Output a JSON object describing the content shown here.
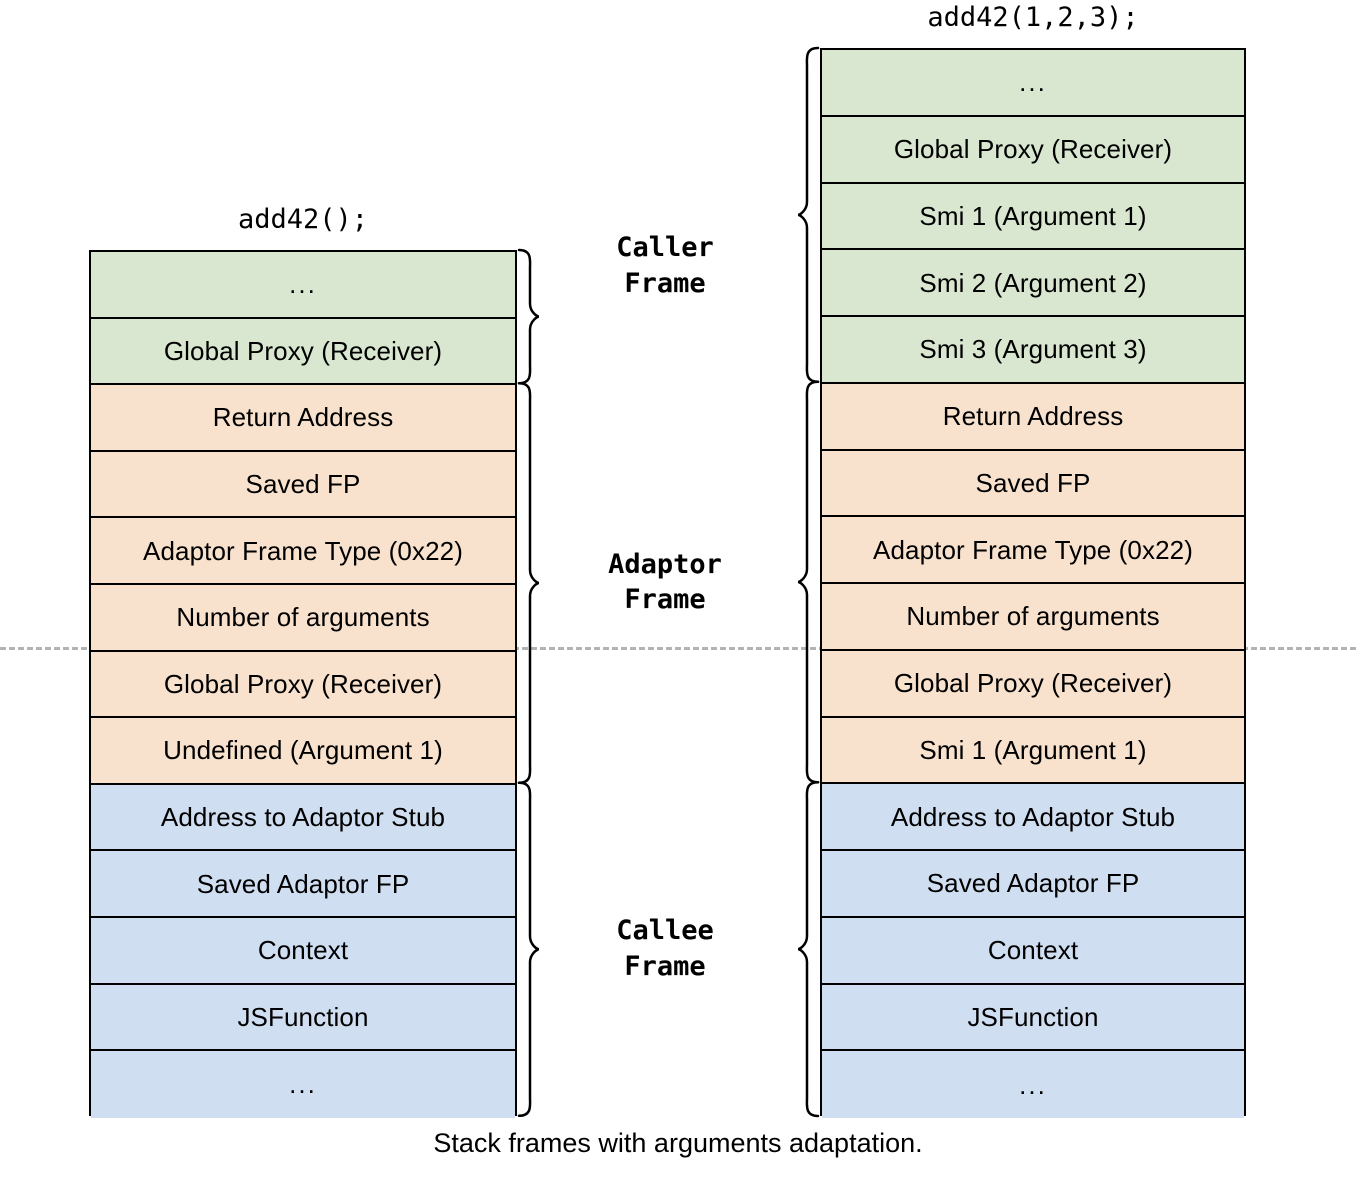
{
  "caption": "Stack frames with arguments adaptation.",
  "colors": {
    "caller_frame": "#d9e7d0",
    "adaptor_frame": "#f8e2cd",
    "callee_frame": "#cfdef0",
    "border": "#000000",
    "dashed_separator": "#b3b3b3",
    "background": "#ffffff"
  },
  "frame_labels": [
    {
      "name": "caller",
      "line1": "Caller",
      "line2": "Frame"
    },
    {
      "name": "adaptor",
      "line1": "Adaptor",
      "line2": "Frame"
    },
    {
      "name": "callee",
      "line1": "Callee",
      "line2": "Frame"
    }
  ],
  "stacks": [
    {
      "id": "left",
      "title": "add42();",
      "rows": [
        {
          "label": "...",
          "group": "caller",
          "color": "green"
        },
        {
          "label": "Global Proxy (Receiver)",
          "group": "caller",
          "color": "green"
        },
        {
          "label": "Return Address",
          "group": "adaptor",
          "color": "orange"
        },
        {
          "label": "Saved FP",
          "group": "adaptor",
          "color": "orange"
        },
        {
          "label": "Adaptor Frame Type (0x22)",
          "group": "adaptor",
          "color": "orange"
        },
        {
          "label": "Number of arguments",
          "group": "adaptor",
          "color": "orange"
        },
        {
          "label": "Global Proxy (Receiver)",
          "group": "adaptor",
          "color": "orange"
        },
        {
          "label": "Undefined (Argument 1)",
          "group": "adaptor",
          "color": "orange"
        },
        {
          "label": "Address to Adaptor Stub",
          "group": "callee",
          "color": "blue"
        },
        {
          "label": "Saved Adaptor FP",
          "group": "callee",
          "color": "blue"
        },
        {
          "label": "Context",
          "group": "callee",
          "color": "blue"
        },
        {
          "label": "JSFunction",
          "group": "callee",
          "color": "blue"
        },
        {
          "label": "...",
          "group": "callee",
          "color": "blue"
        }
      ]
    },
    {
      "id": "right",
      "title": "add42(1,2,3);",
      "rows": [
        {
          "label": "...",
          "group": "caller",
          "color": "green"
        },
        {
          "label": "Global Proxy (Receiver)",
          "group": "caller",
          "color": "green"
        },
        {
          "label": "Smi 1 (Argument 1)",
          "group": "caller",
          "color": "green"
        },
        {
          "label": "Smi 2 (Argument 2)",
          "group": "caller",
          "color": "green"
        },
        {
          "label": "Smi 3 (Argument 3)",
          "group": "caller",
          "color": "green"
        },
        {
          "label": "Return Address",
          "group": "adaptor",
          "color": "orange"
        },
        {
          "label": "Saved FP",
          "group": "adaptor",
          "color": "orange"
        },
        {
          "label": "Adaptor Frame Type (0x22)",
          "group": "adaptor",
          "color": "orange"
        },
        {
          "label": "Number of arguments",
          "group": "adaptor",
          "color": "orange"
        },
        {
          "label": "Global Proxy (Receiver)",
          "group": "adaptor",
          "color": "orange"
        },
        {
          "label": "Smi 1 (Argument 1)",
          "group": "adaptor",
          "color": "orange"
        },
        {
          "label": "Address to Adaptor Stub",
          "group": "callee",
          "color": "blue"
        },
        {
          "label": "Saved Adaptor FP",
          "group": "callee",
          "color": "blue"
        },
        {
          "label": "Context",
          "group": "callee",
          "color": "blue"
        },
        {
          "label": "JSFunction",
          "group": "callee",
          "color": "blue"
        },
        {
          "label": "...",
          "group": "callee",
          "color": "blue"
        }
      ]
    }
  ]
}
